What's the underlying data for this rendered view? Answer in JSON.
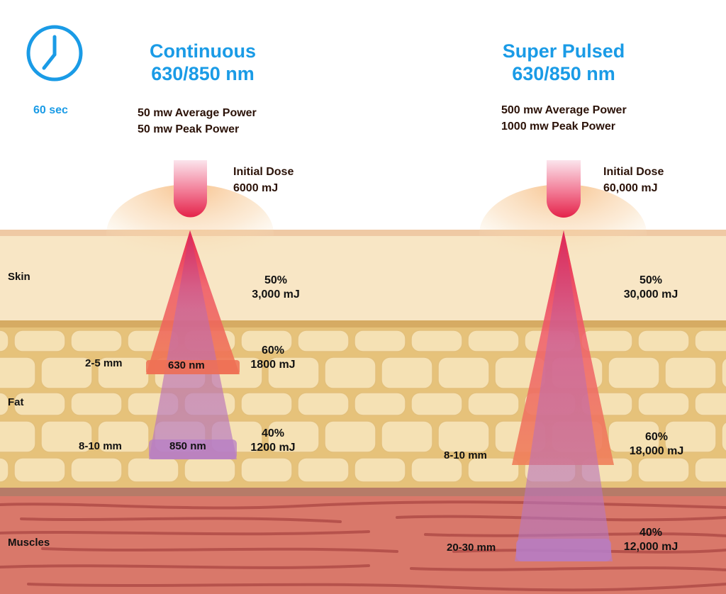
{
  "timer": {
    "label": "60 sec",
    "icon": "clock-icon"
  },
  "colors": {
    "accent": "#1a9be6",
    "skin": "#f8e6c5",
    "fat": "#e9c77e",
    "muscle": "#d9786a",
    "beam": "#e8364f"
  },
  "continuous": {
    "title_line1": "Continuous",
    "title_line2": "630/850 nm",
    "avg_power": "50 mw Average Power",
    "peak_power": "50 mw Peak Power",
    "dose_title": "Initial Dose",
    "dose_value": "6000 mJ",
    "skin_pct": "50%",
    "skin_value": "3,000 mJ",
    "fat_upper_pct": "60%",
    "fat_upper_value": "1800 mJ",
    "fat_lower_pct": "40%",
    "fat_lower_value": "1200 mJ",
    "depth_upper": "2-5 mm",
    "depth_lower": "8-10 mm",
    "wave_upper": "630 nm",
    "wave_lower": "850 nm"
  },
  "super_pulsed": {
    "title_line1": "Super Pulsed",
    "title_line2": "630/850 nm",
    "avg_power": "500 mw Average Power",
    "peak_power": "1000 mw Peak Power",
    "dose_title": "Initial Dose",
    "dose_value": "60,000 mJ",
    "skin_pct": "50%",
    "skin_value": "30,000 mJ",
    "fat_pct": "60%",
    "fat_value": "18,000 mJ",
    "muscle_pct": "40%",
    "muscle_value": "12,000 mJ",
    "depth_fat": "8-10 mm",
    "depth_muscle": "20-30 mm"
  },
  "layers": {
    "skin": "Skin",
    "fat": "Fat",
    "muscles": "Muscles"
  }
}
